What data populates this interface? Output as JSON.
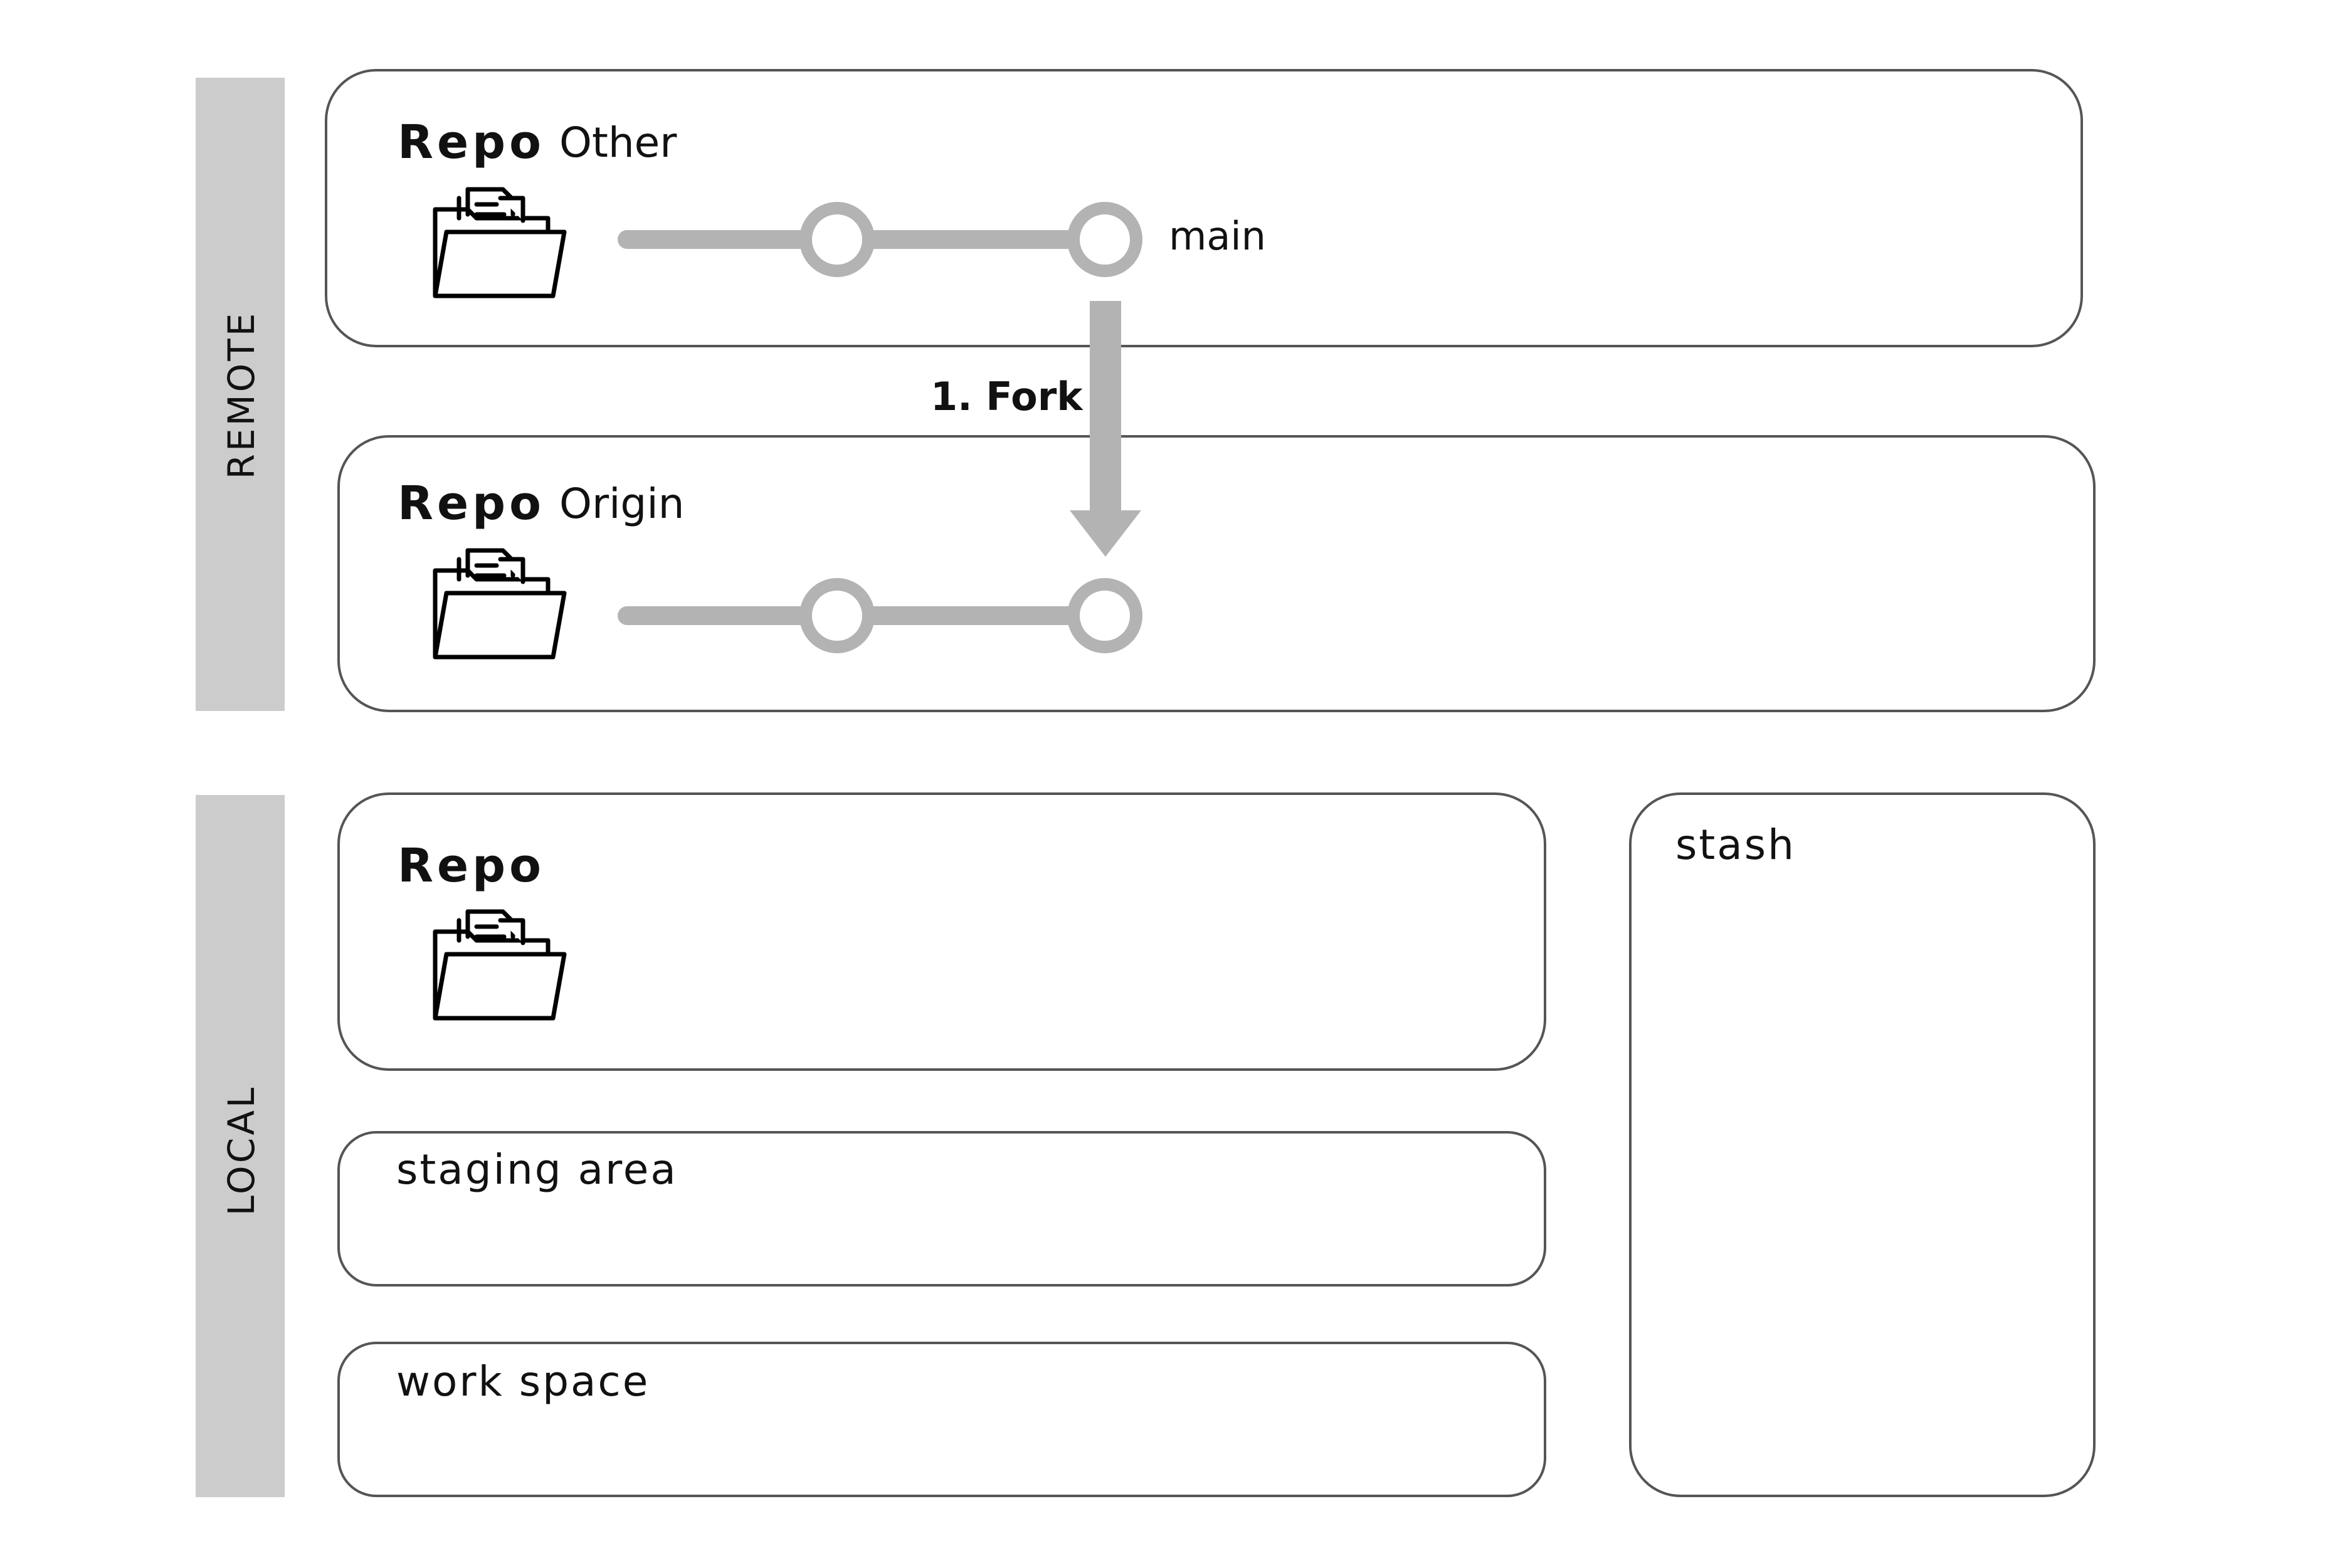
{
  "sections": {
    "remote": "REMOTE",
    "local": "LOCAL"
  },
  "other_repo": {
    "title": "Repo",
    "name": "Other",
    "branch": "main",
    "icon": "folder-icon"
  },
  "origin_repo": {
    "title": "Repo",
    "name": "Origin",
    "icon": "folder-icon"
  },
  "fork_step": {
    "label": "1. Fork"
  },
  "local_repo": {
    "title": "Repo",
    "icon": "folder-icon"
  },
  "staging": {
    "label": "staging area"
  },
  "workspace": {
    "label": "work space"
  },
  "stash": {
    "label": "stash"
  },
  "colors": {
    "band": "#cccccc",
    "commit": "#b3b3b3",
    "border": "#555555"
  }
}
